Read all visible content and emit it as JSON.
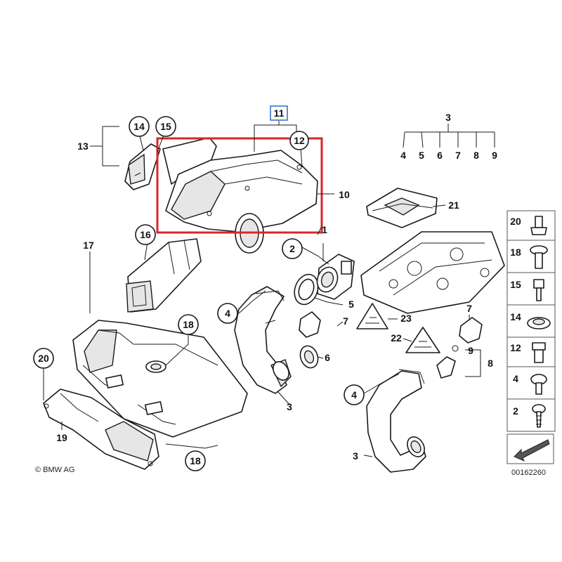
{
  "callouts": {
    "c2": "2",
    "c3a": "3",
    "c3b": "3",
    "c4a": "4",
    "c4b": "4",
    "c14": "14",
    "c15": "15",
    "c12": "12",
    "c16": "16",
    "c18a": "18",
    "c18b": "18",
    "c20": "20"
  },
  "labels": {
    "l3": "3",
    "l3x": "3",
    "l3y": "3",
    "l4": "4",
    "l5": "5",
    "l6": "6",
    "l7": "7",
    "l8": "8",
    "l9": "9",
    "l5b": "5",
    "l6b": "6",
    "l7b": "7",
    "l7c": "7",
    "l8b": "8",
    "l9b": "9",
    "l1": "1",
    "l10": "10",
    "l11": "11",
    "l13": "13",
    "l17": "17",
    "l19": "19",
    "l21": "21",
    "l22": "22",
    "l23": "23"
  },
  "sidebar": [
    "20",
    "18",
    "15",
    "14",
    "12",
    "4",
    "2"
  ],
  "footer": {
    "copyright": "© BMW AG",
    "code": "00162260"
  },
  "colors": {
    "highlight": "#d9252b",
    "box11": "#1f5fbf"
  }
}
